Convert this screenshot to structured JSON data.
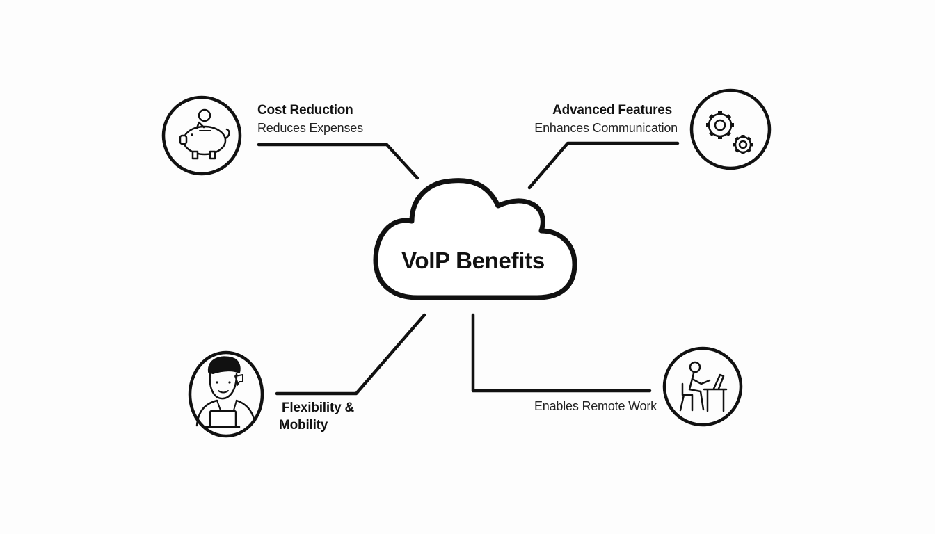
{
  "center": {
    "title": "VoIP Benefits",
    "icon": "cloud-icon"
  },
  "nodes": {
    "cost": {
      "title": "Cost Reduction",
      "subtitle": "Reduces Expenses",
      "icon": "piggy-bank-icon"
    },
    "features": {
      "title": "Advanced Features",
      "subtitle": "Enhances Communication",
      "icon": "gears-icon"
    },
    "mobility": {
      "title_line1": "Flexibility &",
      "title_line2": "Mobility",
      "icon": "person-laptop-icon"
    },
    "remote": {
      "subtitle": "Enables Remote Work",
      "icon": "remote-worker-desk-icon"
    }
  },
  "colors": {
    "ink": "#111111",
    "background": "#fdfdfd"
  }
}
